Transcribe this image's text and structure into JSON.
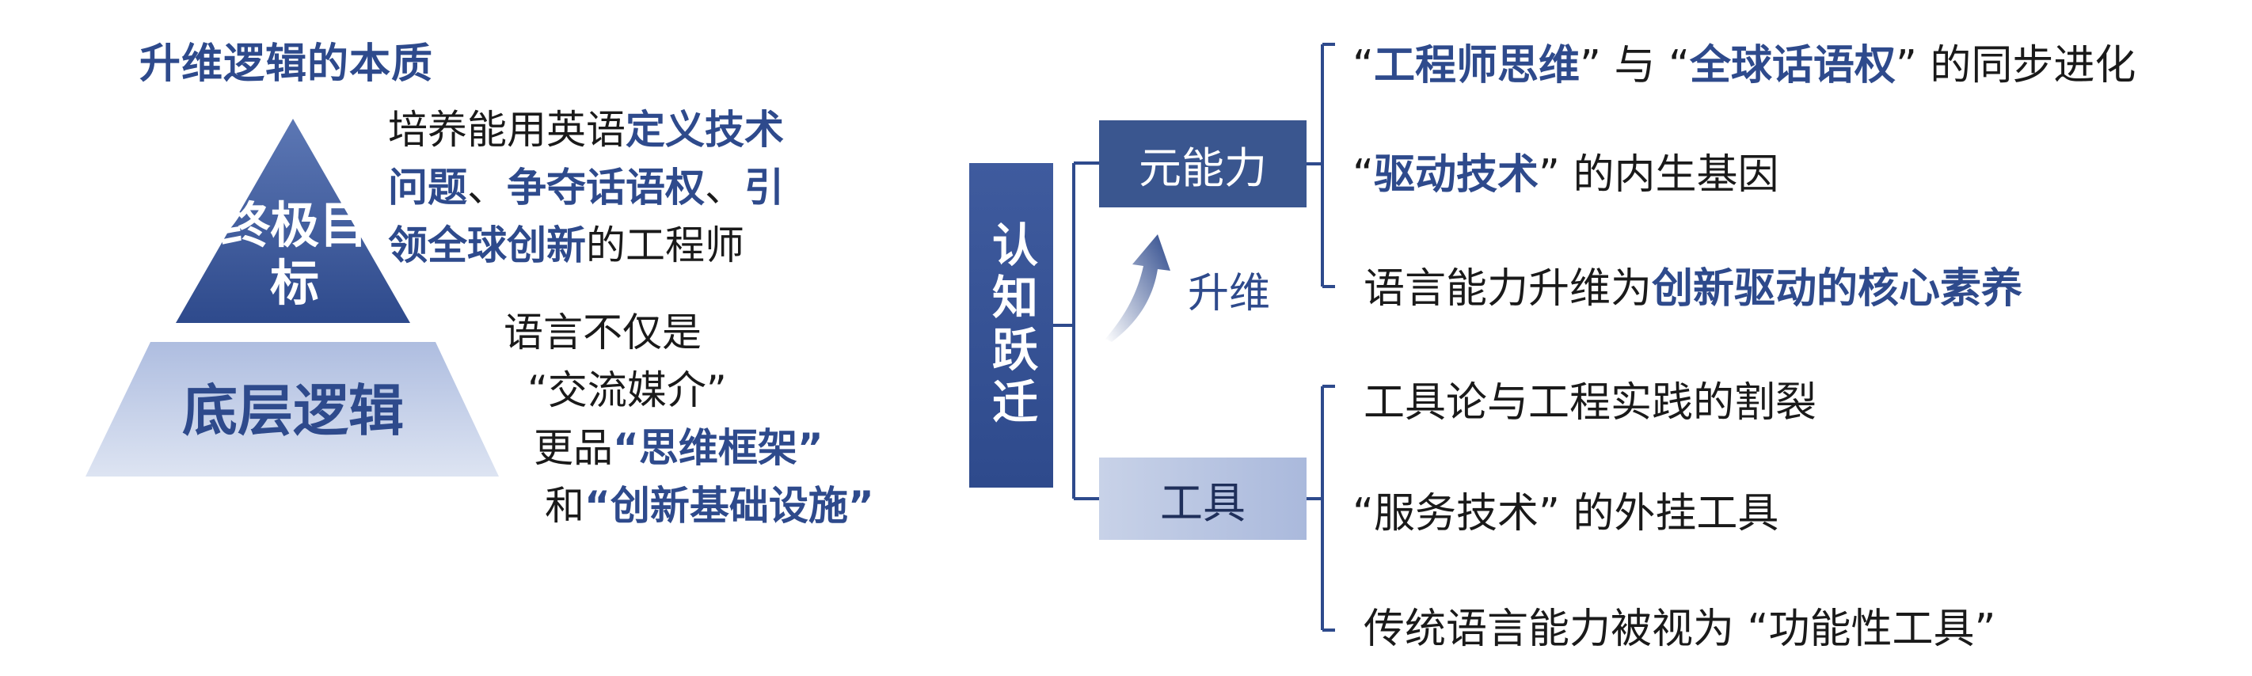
{
  "title": "升维逻辑的本质",
  "pyramid": {
    "top_label": "终极目标",
    "bottom_label": "底层逻辑"
  },
  "top_desc": {
    "l1_plain": "培养能用英语",
    "l1_hl": "定义技术",
    "l2_hl1": "问题",
    "l2_sep1": "、",
    "l2_hl2": "争夺话语权",
    "l2_sep2": "、",
    "l2_hl3": "引",
    "l3_hl": "领全球创新",
    "l3_plain": "的工程师"
  },
  "bottom_desc": {
    "l1": "语言不仅是",
    "l2": "“交流媒介”",
    "l3_plain": "更品",
    "l3_hl": "“思维框架”",
    "l4_plain": "和",
    "l4_hl": "“创新基础设施”"
  },
  "center": {
    "label": "认知跃迁",
    "top_box": "元能力",
    "bottom_box": "工具",
    "arrow_label": "升维"
  },
  "items": {
    "i1": {
      "q1": "“",
      "hl1": "工程师思维",
      "q2": "” 与 “",
      "hl2": "全球话语权",
      "rest": "” 的同步进化"
    },
    "i2": {
      "q1": "“",
      "hl": "驱动技术",
      "rest": "” 的内生基因"
    },
    "i3": {
      "plain": "语言能力升维为",
      "hl": "创新驱动的核心素养"
    },
    "i4": "工具论与工程实践的割裂",
    "i5": "“服务技术” 的外挂工具",
    "i6": "传统语言能力被视为 “功能性工具”"
  },
  "colors": {
    "dark_blue": "#2e4a8c",
    "light_blue": "#c8d2e8"
  }
}
